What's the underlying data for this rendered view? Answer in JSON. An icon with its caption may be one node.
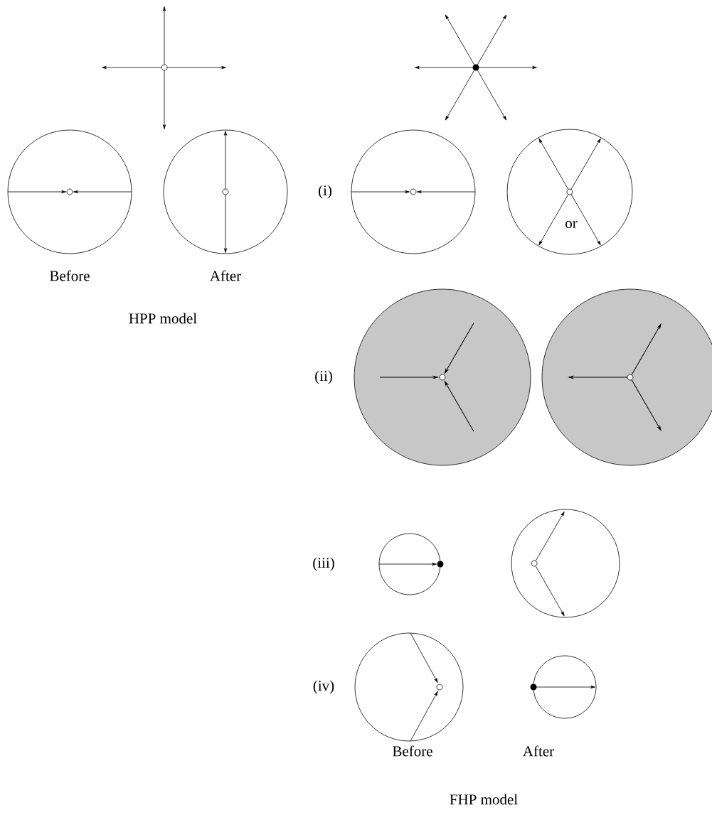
{
  "diagram": {
    "labels": [
      "Before",
      "After",
      "HPP model",
      "(i)",
      "or",
      "(ii)",
      "(iii)",
      "(iv)",
      "Before",
      "After",
      "FHP model"
    ]
  }
}
